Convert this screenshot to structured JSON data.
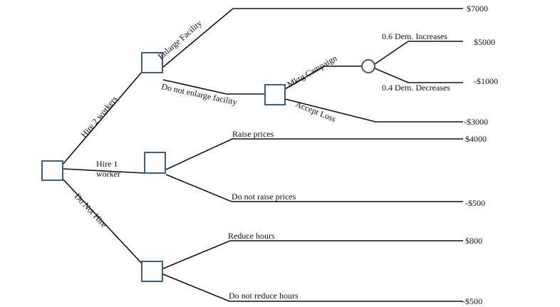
{
  "tree": {
    "root_decision": {
      "branches": {
        "hire_two": "Hire 2 workers",
        "hire_one_line1": "Hire 1",
        "hire_one_line2": "worker",
        "do_not_hire": "Do Not Hire"
      }
    },
    "hire_two_decision": {
      "enlarge": "Enlarge Facility",
      "do_not_enlarge": "Do not enlarge facility",
      "enlarge_payoff": "$7000"
    },
    "marketing_decision": {
      "campaign": "Mktg Campaign",
      "accept_loss": "Accept Loss",
      "accept_loss_payoff": "-$3000"
    },
    "demand_chance": {
      "increase": "0.6 Dem. Increases",
      "decrease": "0.4 Dem. Decreases",
      "increase_payoff": "$5000",
      "decrease_payoff": "-$1000"
    },
    "hire_one_decision": {
      "raise": "Raise prices",
      "no_raise": "Do not raise prices",
      "raise_payoff": "$4000",
      "no_raise_payoff": "-$500"
    },
    "no_hire_decision": {
      "reduce": "Reduce hours",
      "no_reduce": "Do not reduce hours",
      "reduce_payoff": "$800",
      "no_reduce_payoff": "-$500"
    }
  },
  "colors": {
    "node_stroke": "#3a5f8c",
    "line": "#111111"
  }
}
